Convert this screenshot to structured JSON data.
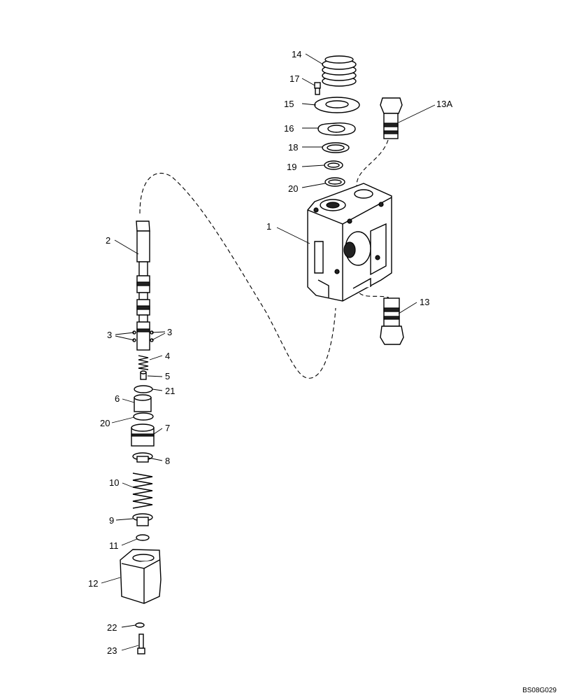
{
  "drawing": {
    "reference_code": "BS08G029"
  },
  "callouts": {
    "p1": "1",
    "p2": "2",
    "p3a": "3",
    "p3b": "3",
    "p4": "4",
    "p5": "5",
    "p6": "6",
    "p7": "7",
    "p8": "8",
    "p9": "9",
    "p10": "10",
    "p11": "11",
    "p12": "12",
    "p13": "13",
    "p13a": "13A",
    "p14": "14",
    "p15": "15",
    "p16": "16",
    "p17": "17",
    "p18": "18",
    "p19": "19",
    "p20a": "20",
    "p20b": "20",
    "p21": "21",
    "p22": "22",
    "p23": "23"
  }
}
